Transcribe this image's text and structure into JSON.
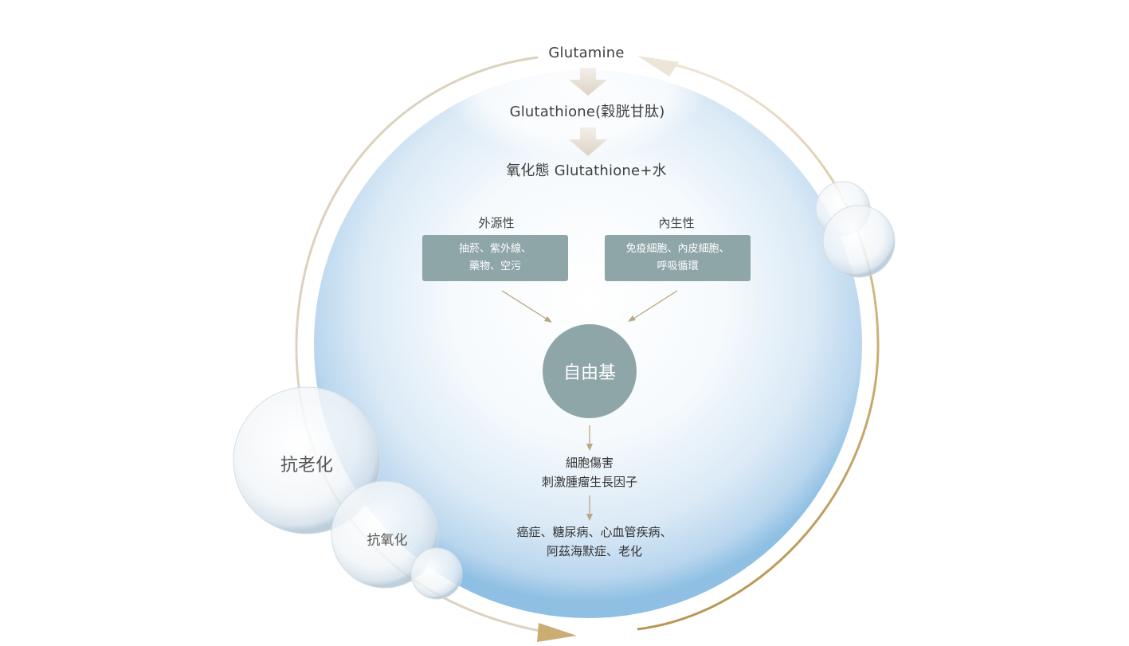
{
  "pathway": {
    "step1": "Glutamine",
    "step2": "Glutathione(穀胱甘肽)",
    "step3": "氧化態 Glutathione+水"
  },
  "sources": {
    "exogenous": {
      "title": "外源性",
      "line1": "抽菸、紫外線、",
      "line2": "藥物、空污"
    },
    "endogenous": {
      "title": "內生性",
      "line1": "免疫細胞、內皮細胞、",
      "line2": "呼吸循環"
    }
  },
  "center": {
    "label": "自由基"
  },
  "effects": {
    "cell": {
      "line1": "細胞傷害",
      "line2": "刺激腫瘤生長因子"
    },
    "disease": {
      "line1": "癌症、糖尿病、心血管疾病、",
      "line2": "阿茲海默症、老化"
    }
  },
  "bubbles": {
    "anti_aging": "抗老化",
    "anti_oxidation": "抗氧化"
  },
  "colors": {
    "box": "#8fa6a8",
    "gold": "#c9ad73",
    "sphere_edge": "#8fc0e3",
    "arrow_fill": "#e4ddd2"
  }
}
